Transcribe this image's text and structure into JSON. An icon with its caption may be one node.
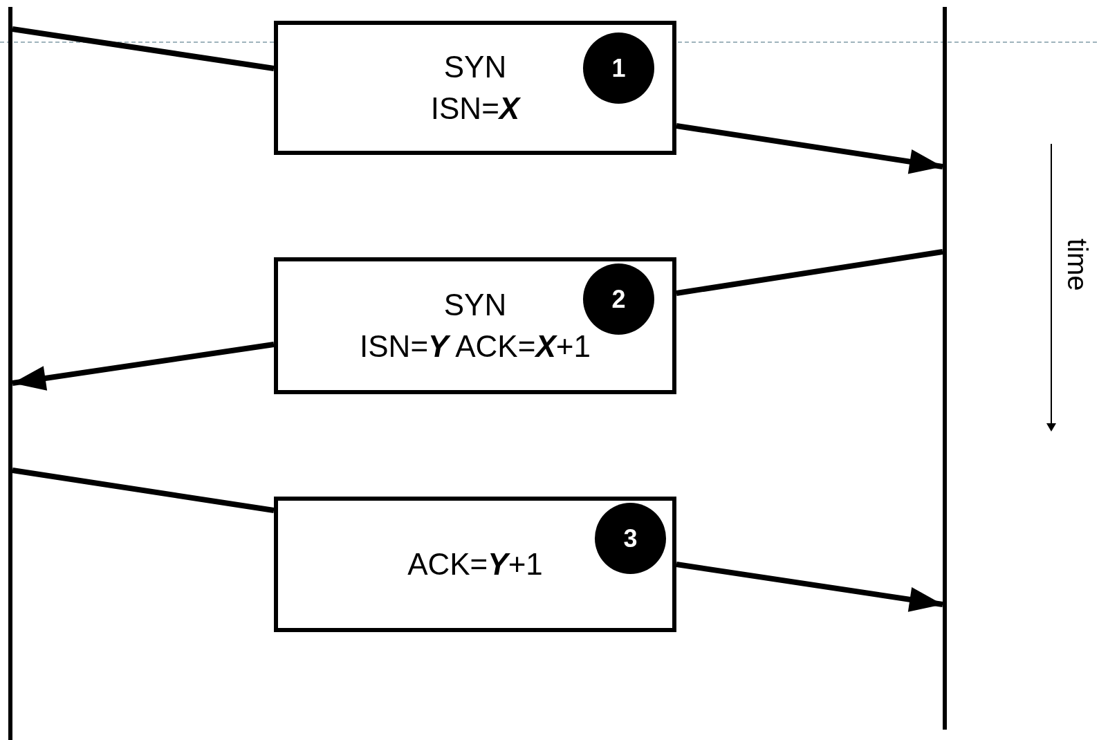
{
  "diagram": {
    "nodes": [
      {
        "text": [],
        "shape": "bar"
      },
      {
        "text": [],
        "shape": "bar"
      },
      {
        "text": [
          "SYN",
          "ISN=*X*"
        ]
      },
      {
        "text": [
          "1"
        ],
        "in": 2
      },
      {
        "text": [
          "SYN",
          "ISN=*Y* ACK=*X*+1"
        ]
      },
      {
        "text": [
          "2"
        ],
        "in": 4
      },
      {
        "text": [
          "ACK=*Y*+1"
        ]
      },
      {
        "text": [
          "3"
        ],
        "in": 6
      }
    ],
    "edges": [
      {
        "from": 0,
        "to": 2,
        "arrow": "none"
      },
      {
        "from": 2,
        "to": 1,
        "arrow": "to"
      },
      {
        "from": 1,
        "to": 4,
        "arrow": "none"
      },
      {
        "from": 4,
        "to": 0,
        "arrow": "to"
      },
      {
        "from": 0,
        "to": 6,
        "arrow": "none"
      },
      {
        "from": 6,
        "to": 1,
        "arrow": "to"
      }
    ],
    "labels": [
      "time"
    ]
  }
}
